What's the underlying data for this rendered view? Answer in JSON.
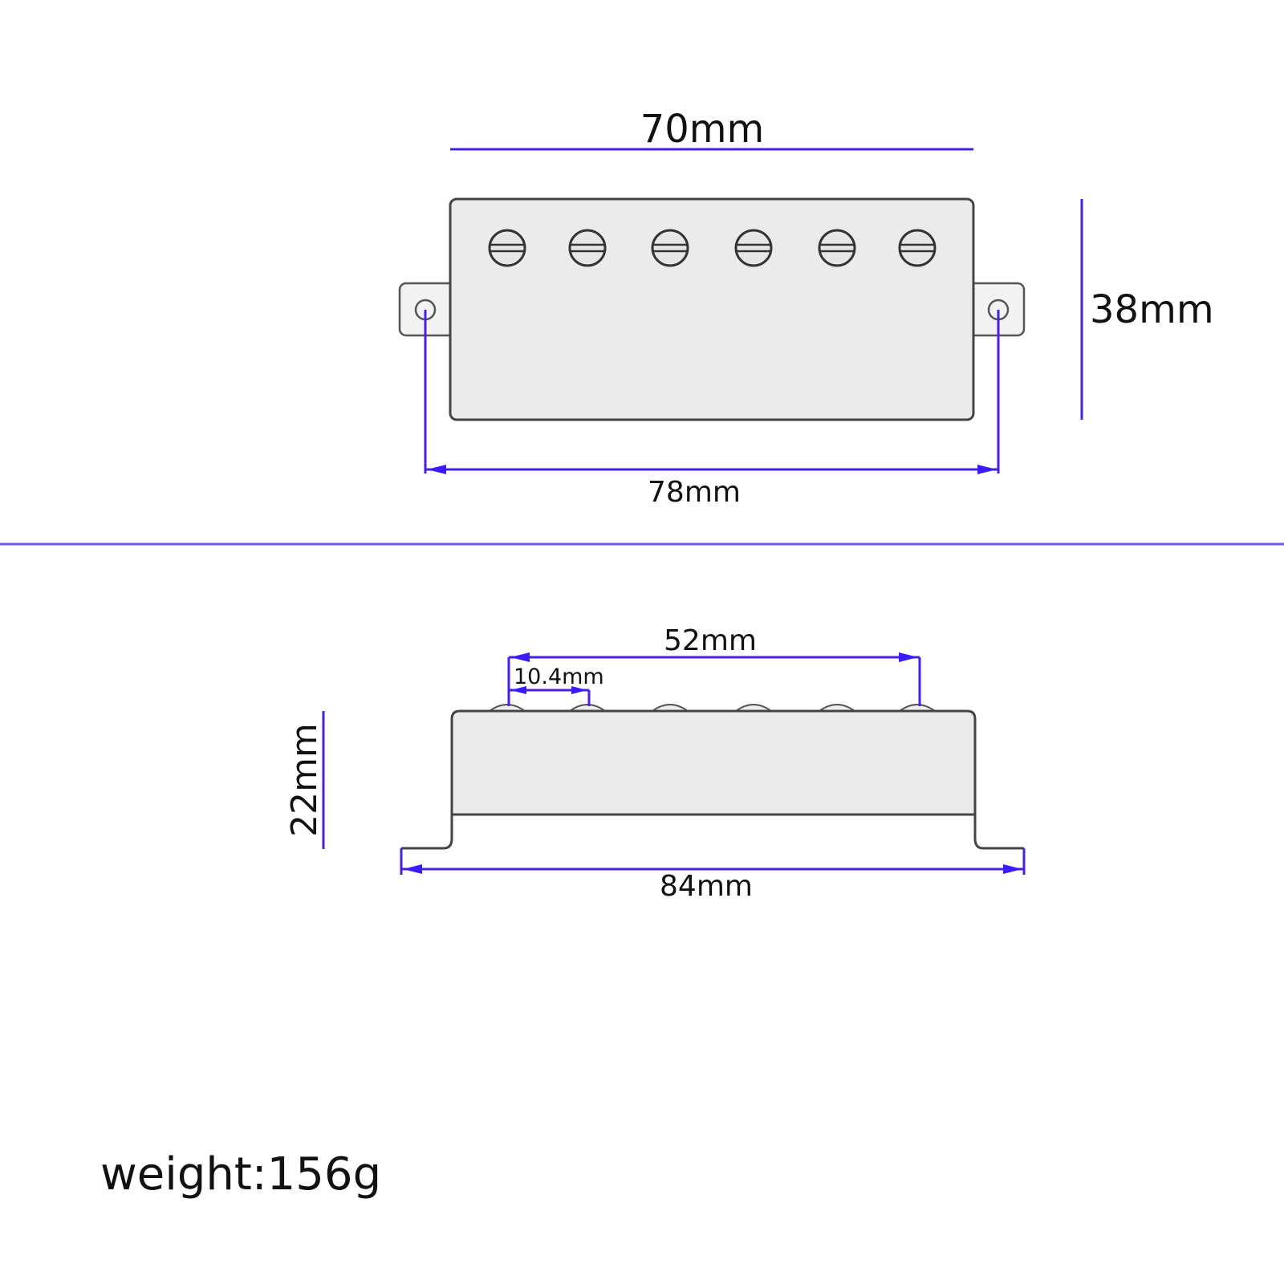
{
  "top_view": {
    "width_body": "70mm",
    "height": "38mm",
    "width_mounting": "78mm",
    "pole_count": 6
  },
  "side_view": {
    "pole_span": "52mm",
    "pole_spacing": "10.4mm",
    "height": "22mm",
    "total_length": "84mm"
  },
  "weight": "weight:156g",
  "colors": {
    "dimension": "#4a1ee6",
    "separator": "#6a5cf0",
    "body": "#ebebeb"
  }
}
